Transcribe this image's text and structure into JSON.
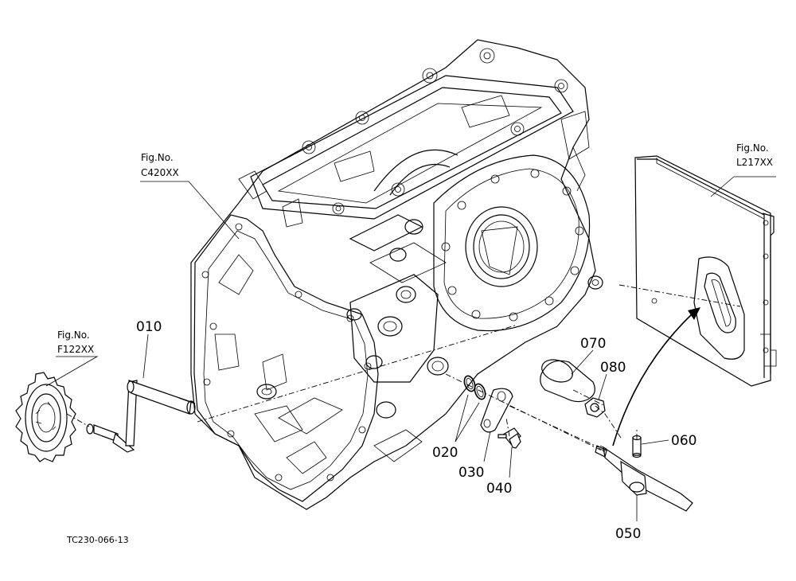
{
  "figure_refs": [
    {
      "id": "c420",
      "label": "Fig.No.",
      "code": "C420XX"
    },
    {
      "id": "l217",
      "label": "Fig.No.",
      "code": "L217XX"
    },
    {
      "id": "f122",
      "label": "Fig.No.",
      "code": "F122XX"
    }
  ],
  "parts": [
    {
      "id": "010",
      "label": "010"
    },
    {
      "id": "020",
      "label": "020"
    },
    {
      "id": "030",
      "label": "030"
    },
    {
      "id": "040",
      "label": "040"
    },
    {
      "id": "050",
      "label": "050"
    },
    {
      "id": "060",
      "label": "060"
    },
    {
      "id": "070",
      "label": "070"
    },
    {
      "id": "080",
      "label": "080"
    }
  ],
  "drawing_code": "TC230-066-13"
}
